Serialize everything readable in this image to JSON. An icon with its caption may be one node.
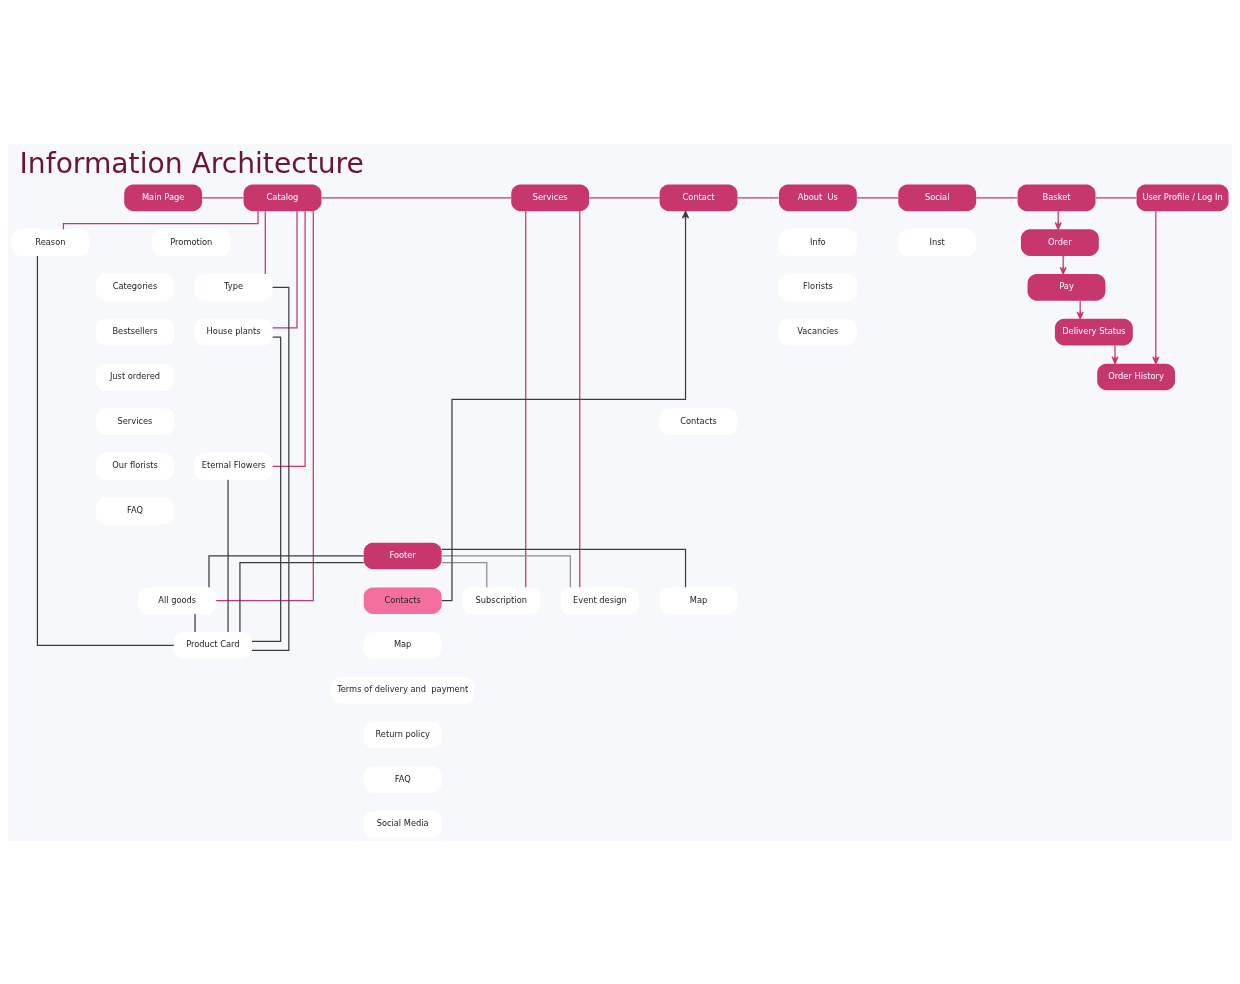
{
  "diagram": {
    "title": "Information Architecture",
    "nodes": [
      {
        "text": [
          "Main Page"
        ]
      },
      {
        "text": [
          "Catalog"
        ]
      },
      {
        "text": [
          "Services"
        ]
      },
      {
        "text": [
          "Contact"
        ]
      },
      {
        "text": [
          "About  Us"
        ]
      },
      {
        "text": [
          "Social"
        ]
      },
      {
        "text": [
          "Basket"
        ]
      },
      {
        "text": [
          "User Profile / Log In"
        ]
      },
      {
        "text": [
          "Info"
        ]
      },
      {
        "text": [
          "Florists"
        ]
      },
      {
        "text": [
          "Vacancies"
        ]
      },
      {
        "text": [
          "Inst"
        ]
      },
      {
        "text": [
          "Order"
        ]
      },
      {
        "text": [
          "Order History"
        ]
      },
      {
        "text": [
          "Pay"
        ]
      },
      {
        "text": [
          "Delivery Status"
        ]
      },
      {
        "text": [
          "Promotion"
        ]
      },
      {
        "text": [
          "Categories"
        ]
      },
      {
        "text": [
          "Bestsellers"
        ]
      },
      {
        "text": [
          "Just ordered"
        ]
      },
      {
        "text": [
          "Services"
        ]
      },
      {
        "text": [
          "Our florists"
        ]
      },
      {
        "text": [
          "FAQ"
        ]
      },
      {
        "text": [
          "Footer"
        ]
      },
      {
        "text": [
          "Contacts"
        ]
      },
      {
        "text": [
          "Map"
        ]
      },
      {
        "text": [
          "Terms of delivery and  payment"
        ]
      },
      {
        "text": [
          "Return policy"
        ]
      },
      {
        "text": [
          "FAQ"
        ]
      },
      {
        "text": [
          "Social Media"
        ]
      },
      {
        "text": [
          "Contacts"
        ]
      },
      {
        "text": [
          "Map"
        ]
      },
      {
        "text": [
          "Reason"
        ]
      },
      {
        "text": [
          "Type"
        ]
      },
      {
        "text": [
          "House plants"
        ]
      },
      {
        "text": [
          "Eternal Flowers"
        ]
      },
      {
        "text": [
          "All goods"
        ]
      },
      {
        "text": [
          "Product Card"
        ]
      },
      {
        "text": [
          "Event design"
        ]
      },
      {
        "text": [
          "Subscription"
        ]
      }
    ],
    "edges": [
      {
        "from": 0,
        "to": 1,
        "arrow": "none"
      },
      {
        "from": 1,
        "to": 2,
        "arrow": "none"
      },
      {
        "from": 2,
        "to": 3,
        "arrow": "none"
      },
      {
        "from": 3,
        "to": 4,
        "arrow": "none"
      },
      {
        "from": 4,
        "to": 5,
        "arrow": "none"
      },
      {
        "from": 5,
        "to": 6,
        "arrow": "none"
      },
      {
        "from": 6,
        "to": 7,
        "arrow": "none"
      },
      {
        "from": 6,
        "to": 12,
        "arrow": "to"
      },
      {
        "from": 12,
        "to": 14,
        "arrow": "to"
      },
      {
        "from": 14,
        "to": 15,
        "arrow": "to"
      },
      {
        "from": 15,
        "to": 13,
        "arrow": "to"
      },
      {
        "from": 7,
        "to": 13,
        "arrow": "to"
      },
      {
        "from": 1,
        "to": 32,
        "arrow": "none"
      },
      {
        "from": 1,
        "to": 33,
        "arrow": "none"
      },
      {
        "from": 1,
        "to": 34,
        "arrow": "none"
      },
      {
        "from": 1,
        "to": 35,
        "arrow": "none"
      },
      {
        "from": 1,
        "to": 36,
        "arrow": "none"
      },
      {
        "from": 2,
        "to": 38,
        "arrow": "none"
      },
      {
        "from": 2,
        "to": 39,
        "arrow": "none"
      },
      {
        "from": 24,
        "to": 3,
        "arrow": "to",
        "color": "#3d3d3d"
      },
      {
        "from": 32,
        "to": 37,
        "arrow": "none",
        "color": "#3d3d3d"
      },
      {
        "from": 33,
        "to": 37,
        "arrow": "none",
        "color": "#3d3d3d"
      },
      {
        "from": 34,
        "to": 37,
        "arrow": "none",
        "color": "#3d3d3d"
      },
      {
        "from": 35,
        "to": 37,
        "arrow": "none",
        "color": "#3d3d3d"
      },
      {
        "from": 36,
        "to": 37,
        "arrow": "none",
        "color": "#3d3d3d"
      },
      {
        "from": 23,
        "to": 36,
        "arrow": "none",
        "color": "#3d3d3d"
      },
      {
        "from": 23,
        "to": 37,
        "arrow": "none",
        "color": "#3d3d3d"
      },
      {
        "from": 23,
        "to": 31,
        "arrow": "none",
        "color": "#3d3d3d"
      },
      {
        "from": 23,
        "to": 38,
        "arrow": "none",
        "color": "#8c8c8c"
      },
      {
        "from": 23,
        "to": 39,
        "arrow": "none",
        "color": "#8c8c8c"
      }
    ]
  }
}
